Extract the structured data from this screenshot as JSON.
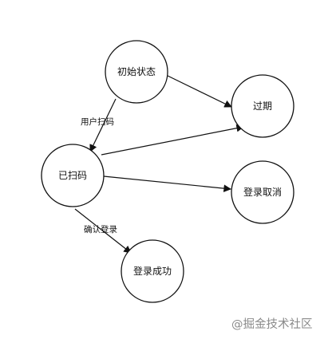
{
  "diagram": {
    "nodes": {
      "initial": "初始状态",
      "expired": "过期",
      "scanned": "已扫码",
      "cancelled": "登录取消",
      "success": "登录成功"
    },
    "edges": {
      "initial_to_scanned": "用户扫码",
      "scanned_to_success": "确认登录"
    },
    "colors": {
      "stroke": "#111111",
      "background": "#ffffff",
      "watermark": "#8a8a8a"
    }
  },
  "watermark": "@掘金技术社区"
}
